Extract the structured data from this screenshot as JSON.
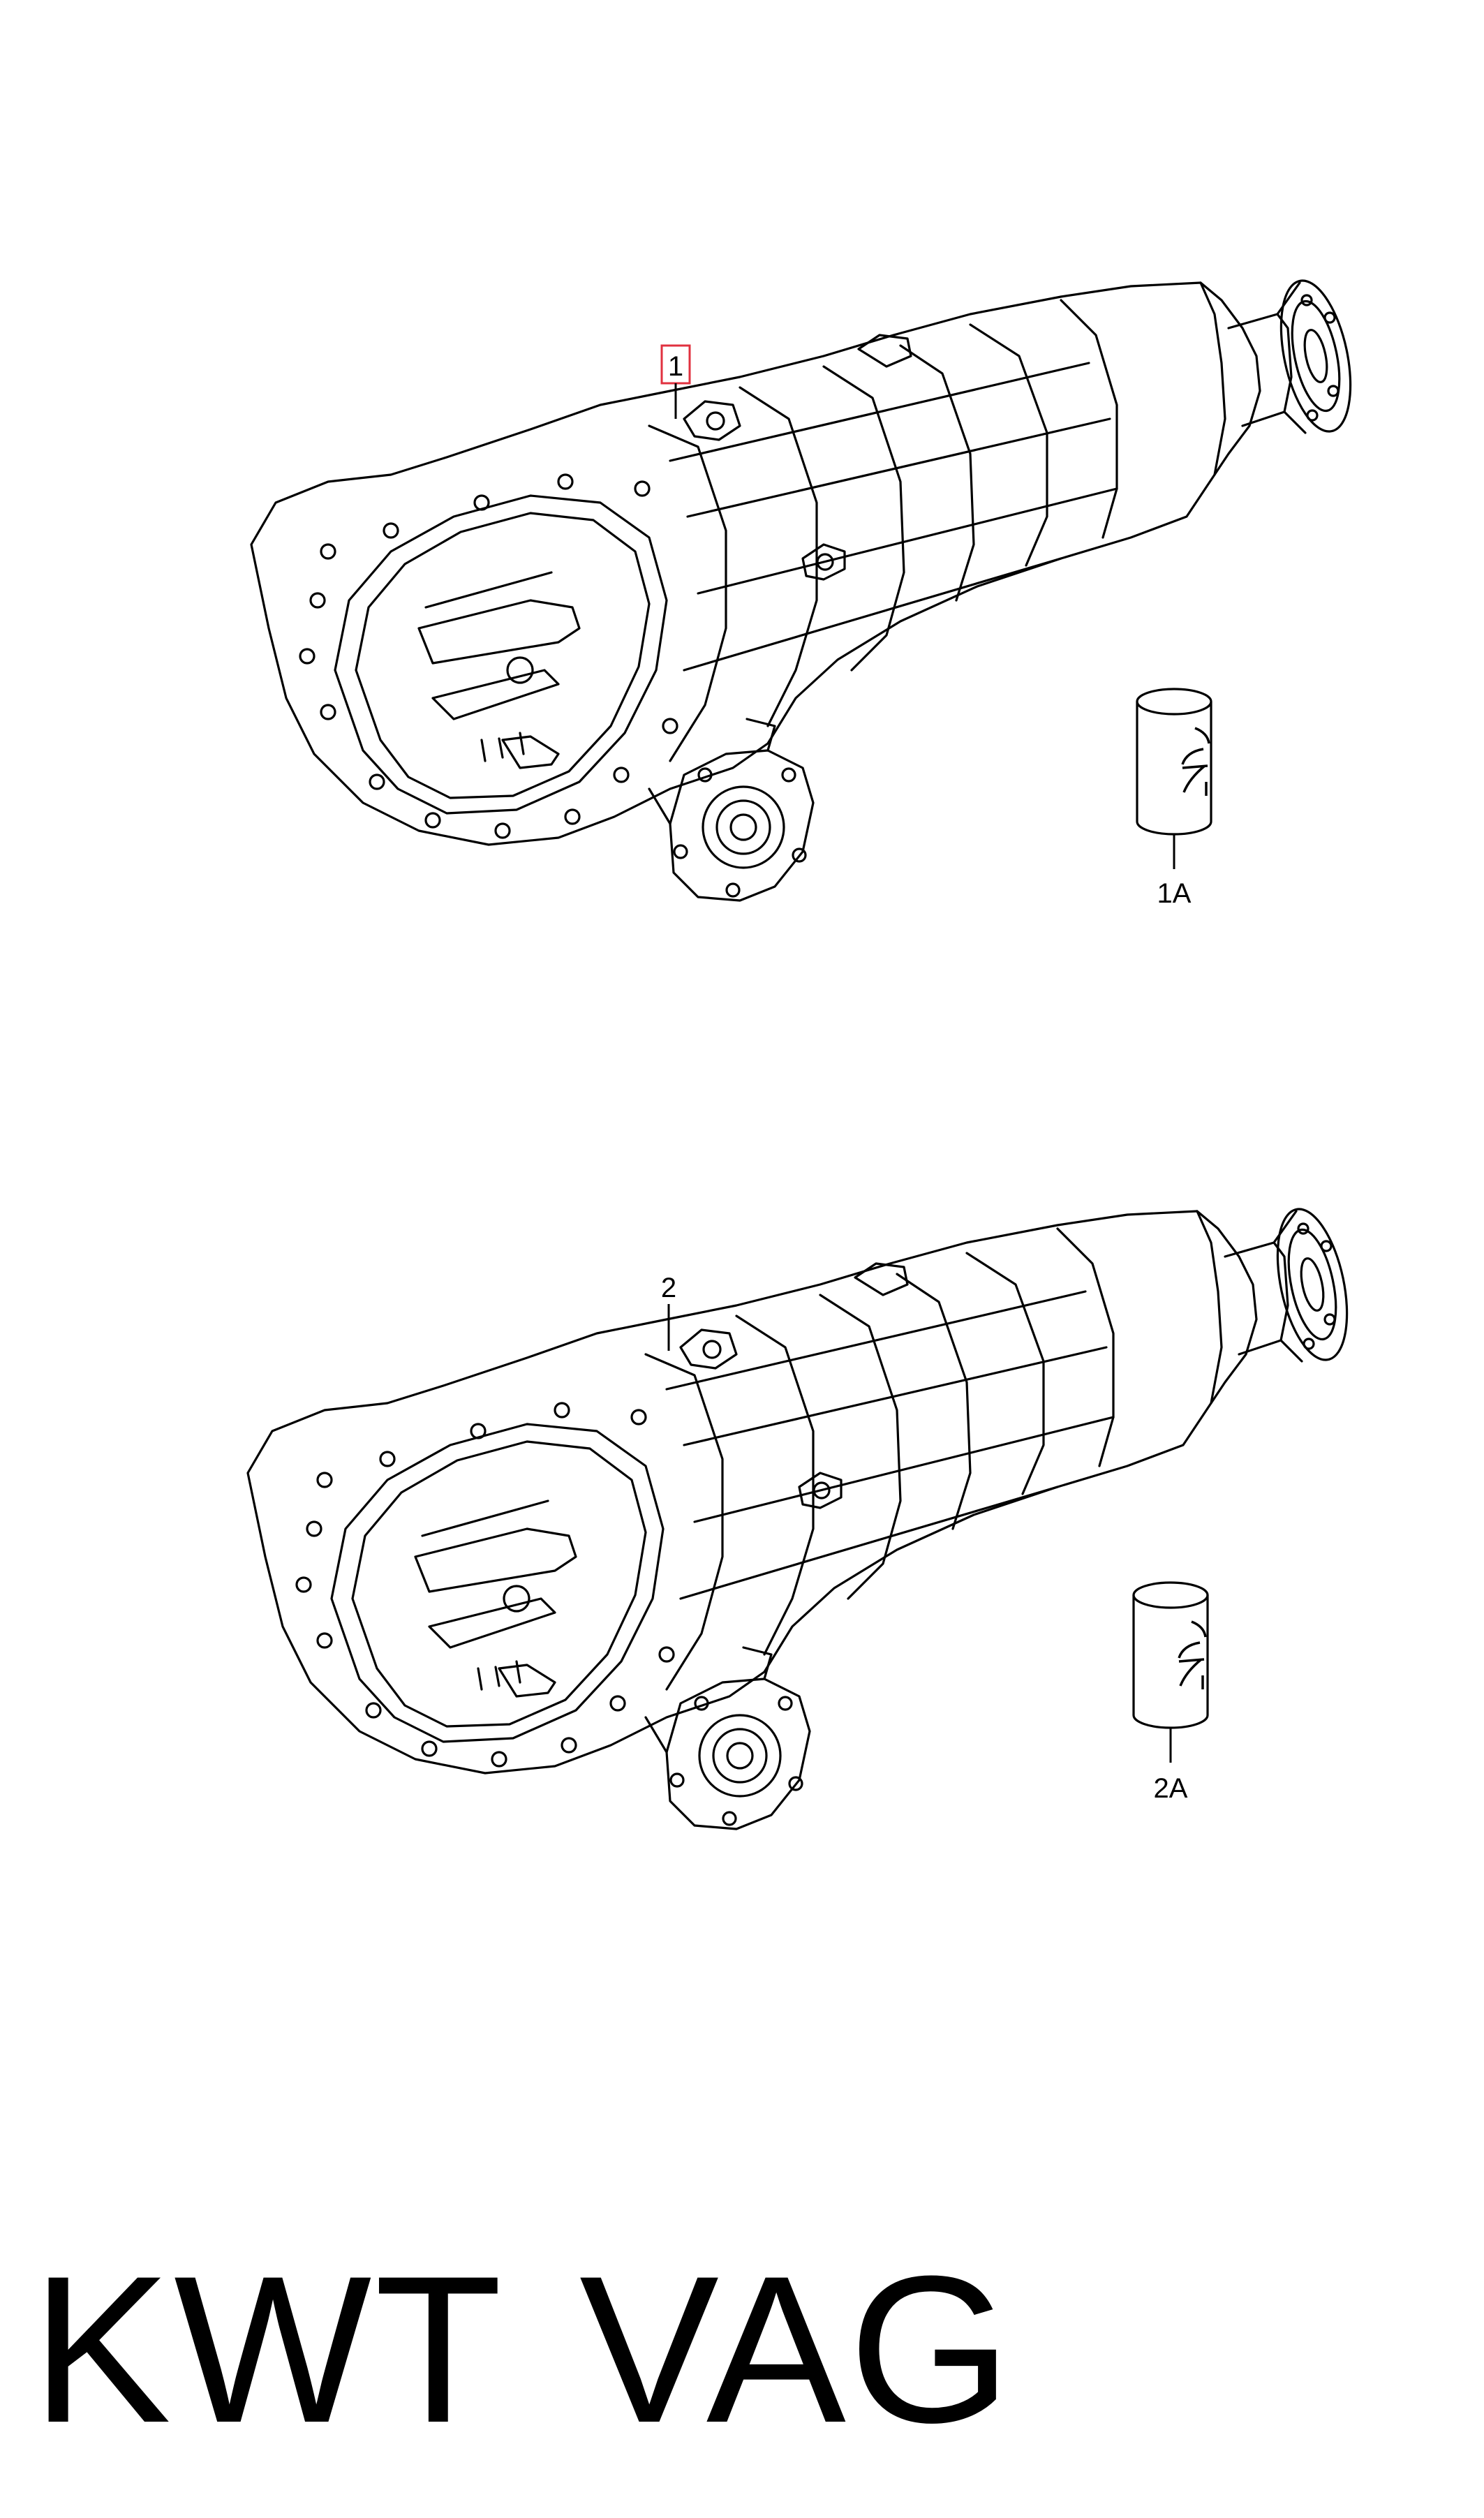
{
  "callouts": {
    "part_1": "1",
    "part_1a": "1A",
    "part_2": "2",
    "part_2a": "2A"
  },
  "footer": {
    "left_text": "KWT",
    "right_text": "VAG"
  },
  "colors": {
    "line": "#000000",
    "highlight_box": "#e0313f",
    "background": "#ffffff"
  }
}
